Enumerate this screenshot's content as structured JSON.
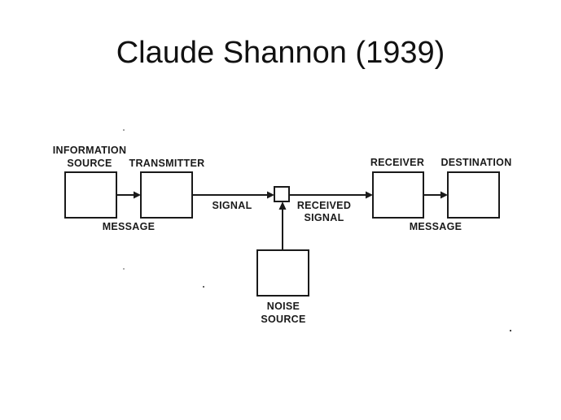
{
  "slide": {
    "title": "Claude Shannon (1939)"
  },
  "diagram": {
    "information_source": [
      "INFORMATION",
      "SOURCE"
    ],
    "transmitter": "TRANSMITTER",
    "receiver": "RECEIVER",
    "destination": "DESTINATION",
    "message_left": "MESSAGE",
    "message_right": "MESSAGE",
    "signal": "SIGNAL",
    "received_signal": [
      "RECEIVED",
      "SIGNAL"
    ],
    "noise_source": [
      "NOISE",
      "SOURCE"
    ]
  }
}
